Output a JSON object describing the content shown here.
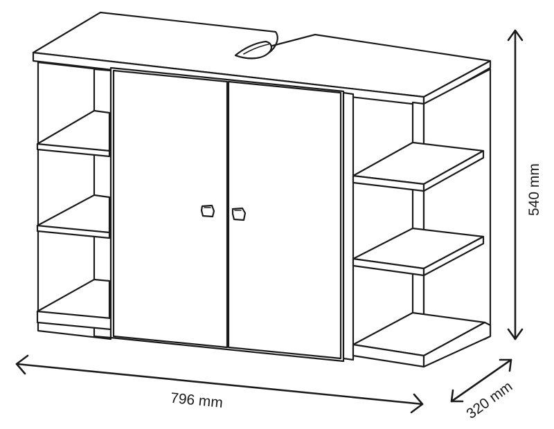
{
  "dimensions": {
    "width_label": "796 mm",
    "height_label": "540 mm",
    "depth_label": "320 mm"
  },
  "colors": {
    "line": "#1a1a1a",
    "fill": "#ffffff"
  }
}
